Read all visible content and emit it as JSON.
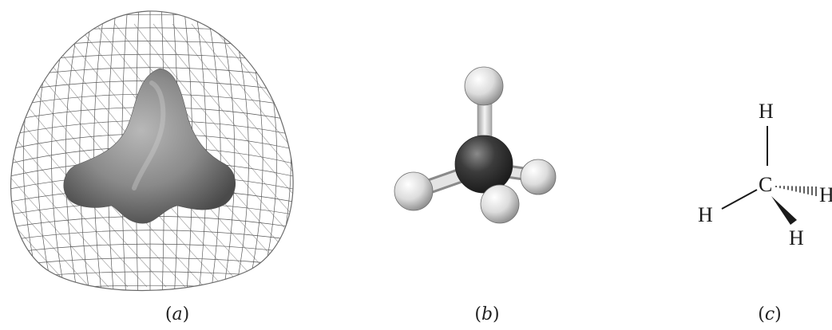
{
  "captions": {
    "a": {
      "open": "(",
      "letter": "a",
      "close": ")"
    },
    "b": {
      "open": "(",
      "letter": "b",
      "close": ")"
    },
    "c": {
      "open": "(",
      "letter": "c",
      "close": ")"
    }
  },
  "formula": {
    "top_h": "H",
    "center_c": "C",
    "left_h": "H",
    "bottom_h": "H",
    "right_h": "H"
  },
  "colors": {
    "mesh": "#4a4a4a",
    "surface_dark": "#3f3f3f",
    "surface_light": "#cfcfcf",
    "carbon": "#3a3a3a",
    "hydrogen": "#e6e6e6",
    "bond": "#d8d8d8"
  }
}
